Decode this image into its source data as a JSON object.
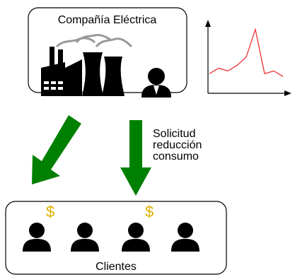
{
  "company": {
    "title": "Compañía Eléctrica"
  },
  "request": {
    "line1": "Solicitud",
    "line2": "reducción",
    "line3": "consumo"
  },
  "clients": {
    "title": "Clientes",
    "people": [
      {
        "has_dollar": true
      },
      {
        "has_dollar": false
      },
      {
        "has_dollar": true
      },
      {
        "has_dollar": false
      }
    ],
    "dollar_symbol": "$"
  },
  "demand_chart": {
    "type": "line",
    "series": [
      {
        "values": [
          2,
          3,
          2.5,
          3.5,
          5,
          10,
          2,
          2.5,
          1.5
        ]
      }
    ]
  },
  "colors": {
    "arrow_fill": "#008000",
    "chart_line": "#ee3333",
    "dollar": "#e0b000",
    "ink": "#000000",
    "smoke": "#999999"
  }
}
